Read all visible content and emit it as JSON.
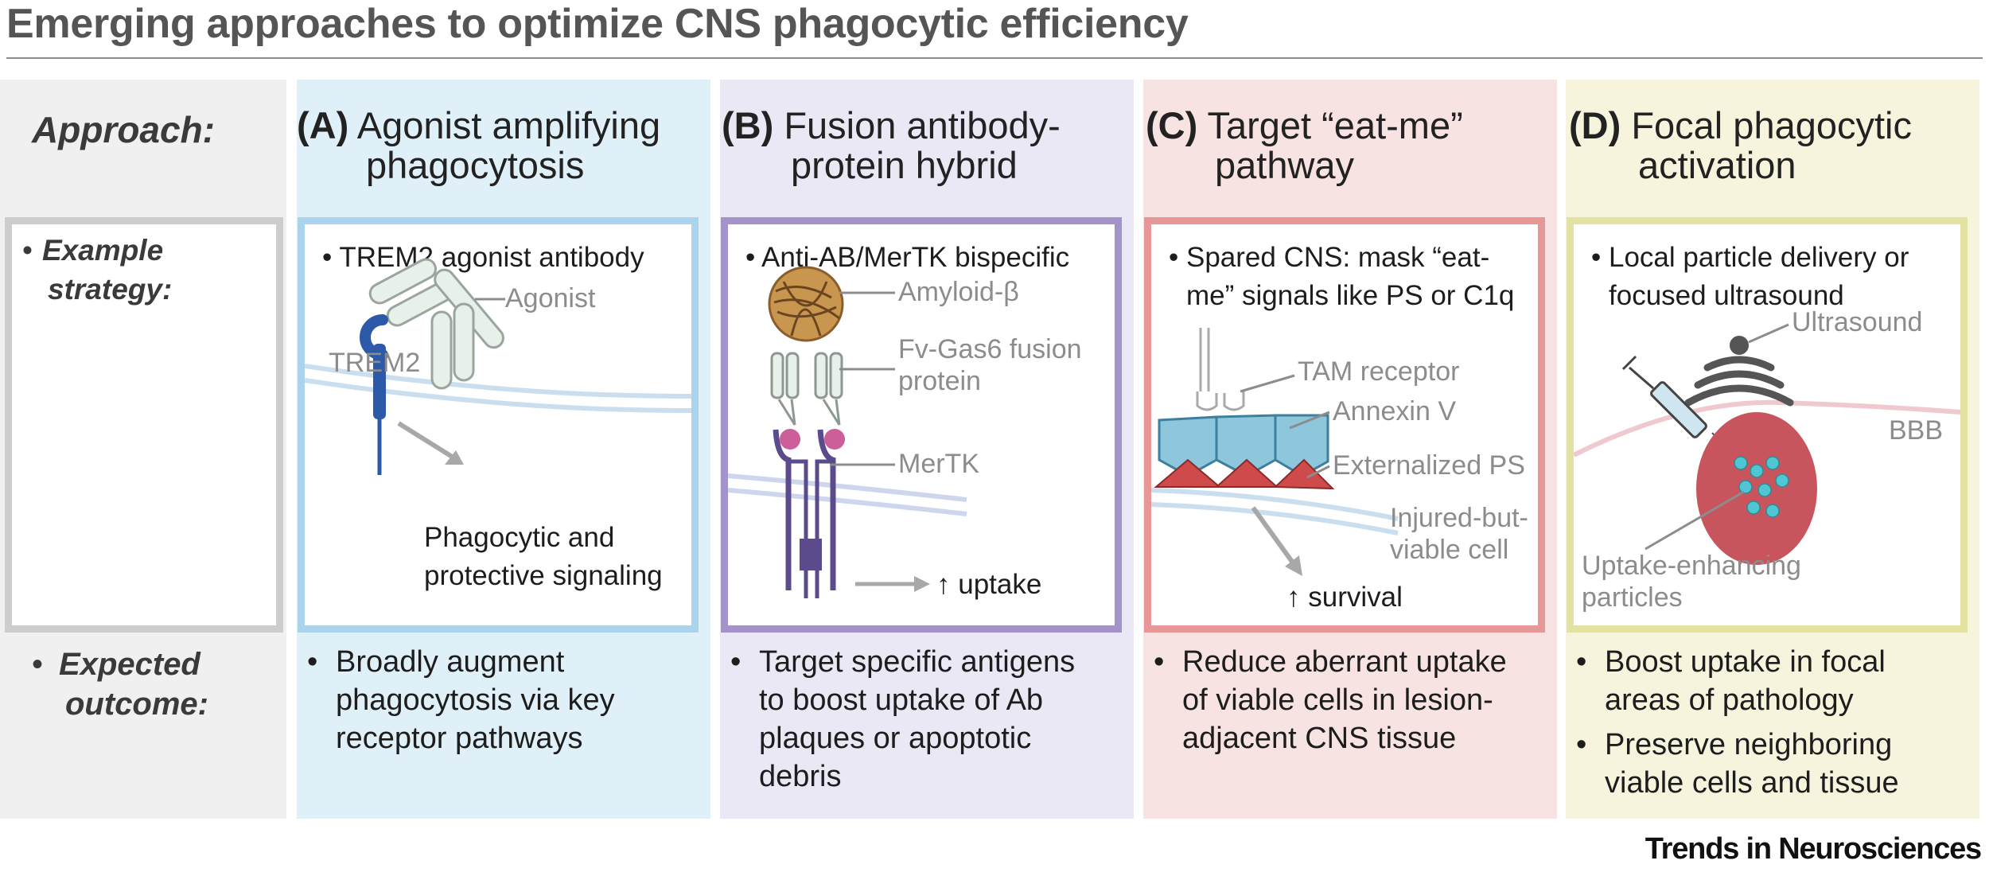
{
  "title": "Emerging approaches to optimize CNS phagocytic efficiency",
  "row_labels": {
    "approach": "Approach:",
    "example_strategy": [
      "Example",
      "strategy:"
    ],
    "expected_outcome": [
      "Expected",
      "outcome:"
    ]
  },
  "columns": [
    {
      "letter": "(A)",
      "title_line1": "Agonist amplifying",
      "title_line2": "phagocytosis",
      "strategy": "• TREM2 agonist antibody",
      "labels": {
        "agonist": "Agonist",
        "trem2": "TREM2",
        "signal_line1": "Phagocytic and",
        "signal_line2": "protective signaling"
      },
      "outcomes": [
        "Broadly augment phagocytosis via key receptor pathways"
      ]
    },
    {
      "letter": "(B)",
      "title_line1": "Fusion antibody-",
      "title_line2": "protein hybrid",
      "strategy": "• Anti-AB/MerTK bispecific",
      "labels": {
        "amyloid": "Amyloid-β",
        "fusion_line1": "Fv-Gas6 fusion",
        "fusion_line2": "protein",
        "mertk": "MerTK",
        "uptake": "↑ uptake"
      },
      "outcomes": [
        "Target specific antigens to boost uptake of Ab plaques or apoptotic debris"
      ]
    },
    {
      "letter": "(C)",
      "title_line1": "Target “eat-me”",
      "title_line2": "pathway",
      "strategy_line1": "• Spared CNS: mask “eat-",
      "strategy_line2": "me” signals like PS or C1q",
      "labels": {
        "tam": "TAM receptor",
        "annexin": "Annexin V",
        "ps": "Externalized PS",
        "injured_line1": "Injured-but-",
        "injured_line2": "viable cell",
        "survival": "↑ survival"
      },
      "outcomes": [
        "Reduce aberrant uptake of viable cells in lesion-adjacent CNS tissue"
      ]
    },
    {
      "letter": "(D)",
      "title_line1": "Focal phagocytic",
      "title_line2": "activation",
      "strategy_line1": "• Local particle delivery or",
      "strategy_line2": "focused ultrasound",
      "labels": {
        "ultrasound": "Ultrasound",
        "bbb": "BBB",
        "particles_line1": "Uptake-enhancing",
        "particles_line2": "particles"
      },
      "outcomes": [
        "Boost uptake in focal areas of pathology",
        "Preserve neighboring viable cells and tissue"
      ]
    }
  ],
  "footer": "Trends in Neurosciences",
  "colors": {
    "panel_a": "#a9d4ec",
    "panel_b": "#a393c8",
    "panel_c": "#e79797",
    "panel_d": "#e4e2a2",
    "receptor_blue": "#2d5aa8",
    "receptor_purple": "#5b4a8c",
    "ps_red": "#cf4b4b",
    "annexin_blue": "#8ec6dc"
  }
}
